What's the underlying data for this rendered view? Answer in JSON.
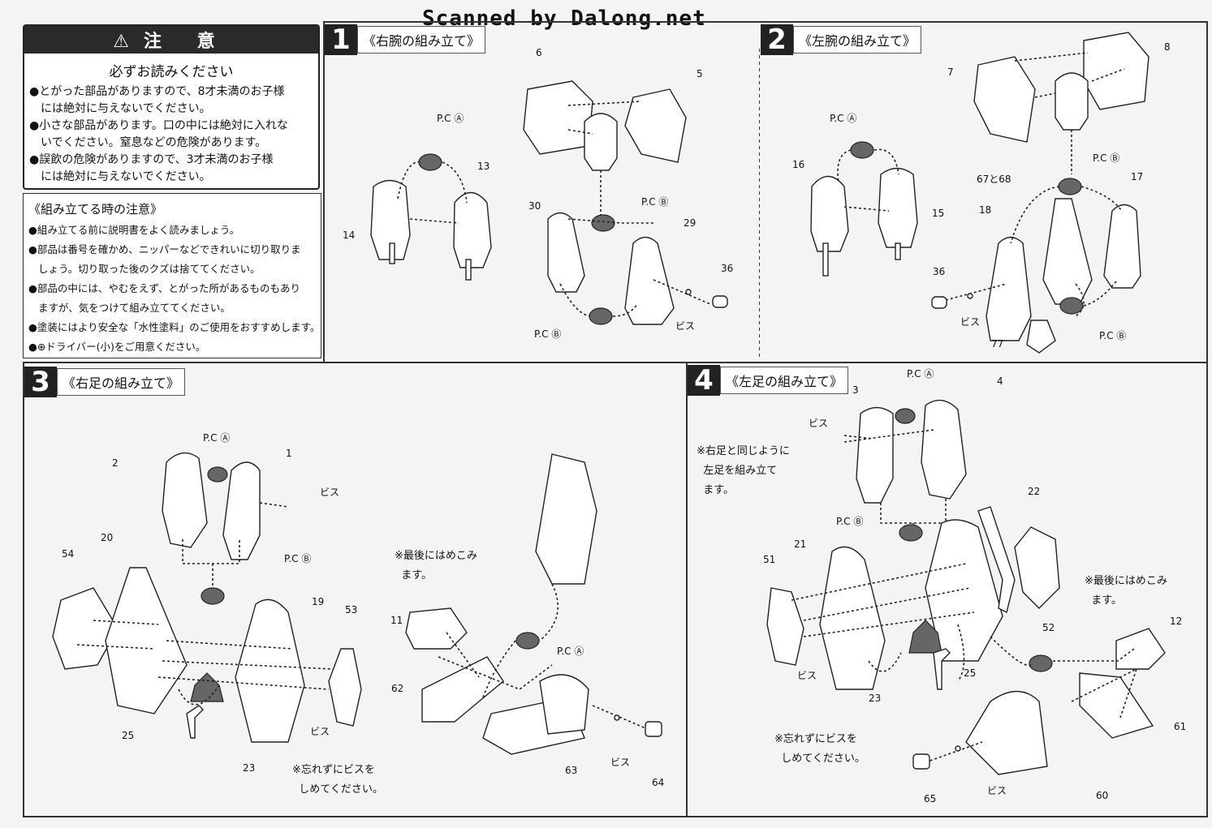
{
  "scan_credit": "Scanned by Dalong.net",
  "caution": {
    "title": "⚠注 意",
    "subtitle": "必ずお読みください",
    "items": [
      "●とがった部品がありますので、8才未満のお子様",
      "には絶対に与えないでください。",
      "●小さな部品があります。口の中には絶対に入れな",
      "いでください。窒息などの危険があります。",
      "●誤飲の危険がありますので、3才未満のお子様",
      "には絶対に与えないでください。"
    ]
  },
  "assembly_notes": {
    "title": "《組み立てる時の注意》",
    "items": [
      "●組み立てる前に説明書をよく読みましょう。",
      "●部品は番号を確かめ、ニッパーなどできれいに切り取りま",
      "しょう。切り取った後のクズは捨ててください。",
      "●部品の中には、やむをえず、とがった所があるものもあり",
      "ますが、気をつけて組み立ててください。",
      "●塗装にはより安全な「水性塗料」のご使用をおすすめします。",
      "●⊕ドライバー(小)をご用意ください。"
    ]
  },
  "steps": [
    {
      "number": "1",
      "title": "《右腕の組み立て》"
    },
    {
      "number": "2",
      "title": "《左腕の組み立て》"
    },
    {
      "number": "3",
      "title": "《右足の組み立て》"
    },
    {
      "number": "4",
      "title": "《左足の組み立て》"
    }
  ],
  "labels": {
    "pca": "P.C Ⓐ",
    "pcb": "P.C Ⓑ",
    "screw": "ビス",
    "pair_67_68": "67と68"
  },
  "notes": {
    "step3_last_fit": "※最後にはめこみ\n  ます。",
    "step3_screw": "※忘れずにビスを\n  しめてください。",
    "step4_same": "※右足と同じように\n  左足を組み立て\n  ます。",
    "step4_last_fit": "※最後にはめこみ\n  ます。",
    "step4_screw": "※忘れずにビスを\n  しめてください。"
  },
  "part_numbers": {
    "step1": [
      "6",
      "5",
      "13",
      "14",
      "30",
      "29",
      "36"
    ],
    "step2": [
      "7",
      "8",
      "16",
      "15",
      "17",
      "18",
      "36",
      "77"
    ],
    "step3": [
      "2",
      "1",
      "20",
      "54",
      "19",
      "53",
      "25",
      "23",
      "11",
      "62",
      "63",
      "64"
    ],
    "step4": [
      "3",
      "4",
      "22",
      "21",
      "51",
      "52",
      "23",
      "25",
      "12",
      "61",
      "60",
      "65"
    ]
  }
}
